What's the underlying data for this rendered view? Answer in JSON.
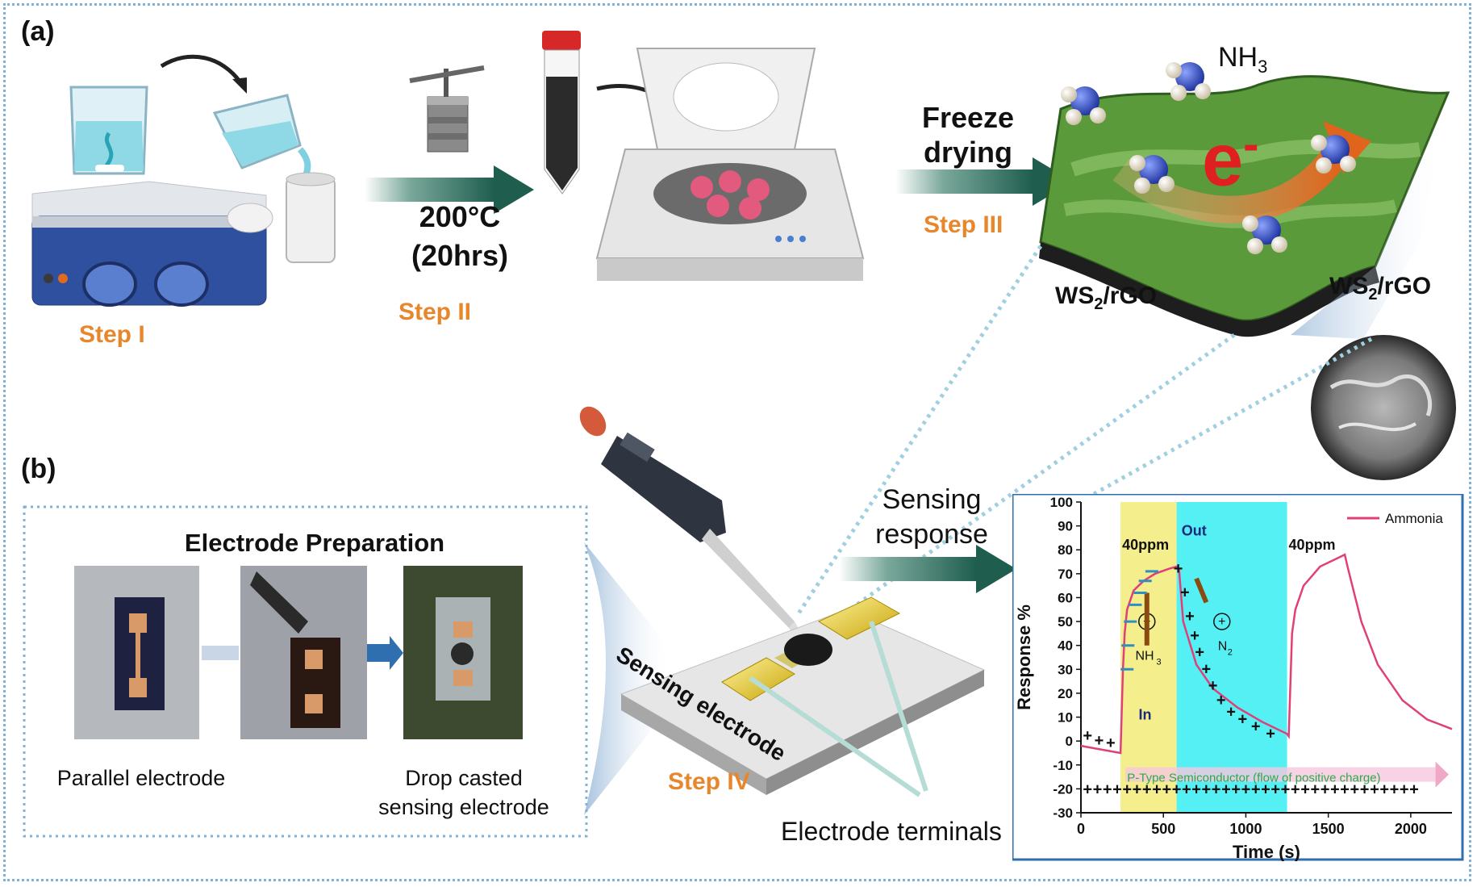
{
  "panels": {
    "a": "(a)",
    "b": "(b)"
  },
  "steps": {
    "s1": "Step I",
    "s2": "Step II",
    "s3": "Step III",
    "s4": "Step IV"
  },
  "labels": {
    "temp": "200°C",
    "duration": "(20hrs)",
    "freeze_line1": "Freeze",
    "freeze_line2": "drying",
    "nh3_main": "NH",
    "nh3_sub": "3",
    "electron": "e",
    "electron_sup": "-",
    "ws2_left_a": "WS",
    "ws2_left_sub": "2",
    "ws2_left_b": "/rGO",
    "ws2_right_a": "WS",
    "ws2_right_sub": "2",
    "ws2_right_b": "/rGO",
    "electrode_prep": "Electrode  Preparation",
    "parallel": "Parallel electrode",
    "drop1": "Drop casted",
    "drop2": "sensing electrode",
    "sensing_electrode": "Sensing electrode",
    "sensing_resp1": "Sensing",
    "sensing_resp2": "response",
    "terminals": "Electrode terminals"
  },
  "colors": {
    "step_orange": "#e8862c",
    "arrow_green": "#1f5e4f",
    "dotted_frame": "#7fb2d6",
    "curve_pink": "#e0407a",
    "highlight_yellow": "#f4ee8c",
    "highlight_cyan": "#55f0f4",
    "electron_red": "#e02020"
  },
  "chart_data": {
    "type": "line",
    "xlabel": "Time (s)",
    "ylabel": "Response %",
    "xlim": [
      0,
      2250
    ],
    "ylim": [
      -30,
      100
    ],
    "xticks": [
      0,
      500,
      1000,
      1500,
      2000
    ],
    "yticks": [
      -30,
      -20,
      -10,
      0,
      10,
      20,
      30,
      40,
      50,
      60,
      70,
      80,
      90,
      100
    ],
    "legend": "top-right",
    "series": [
      {
        "name": "Ammonia",
        "x": [
          0,
          240,
          255,
          265,
          280,
          320,
          380,
          450,
          530,
          580,
          595,
          620,
          700,
          800,
          950,
          1100,
          1250,
          1260,
          1280,
          1300,
          1350,
          1450,
          1600,
          1620,
          1700,
          1800,
          1950,
          2100,
          2250
        ],
        "y": [
          -2,
          -5,
          30,
          45,
          55,
          63,
          67,
          70,
          72,
          73,
          72,
          50,
          32,
          22,
          14,
          8,
          3,
          2,
          45,
          55,
          65,
          73,
          78,
          72,
          50,
          32,
          17,
          9,
          5
        ]
      }
    ],
    "shaded_regions": [
      {
        "from": 240,
        "to": 580,
        "color": "yellow"
      },
      {
        "from": 580,
        "to": 1250,
        "color": "cyan"
      }
    ],
    "annotations": {
      "peak1": "40ppm",
      "peak2": "40ppm",
      "out": "Out",
      "in": "In",
      "nh3_a": "NH",
      "nh3_b": "3",
      "n2_a": "N",
      "n2_b": "2",
      "semiconductor": "P-Type Semiconductor (flow of positive charge)"
    }
  }
}
